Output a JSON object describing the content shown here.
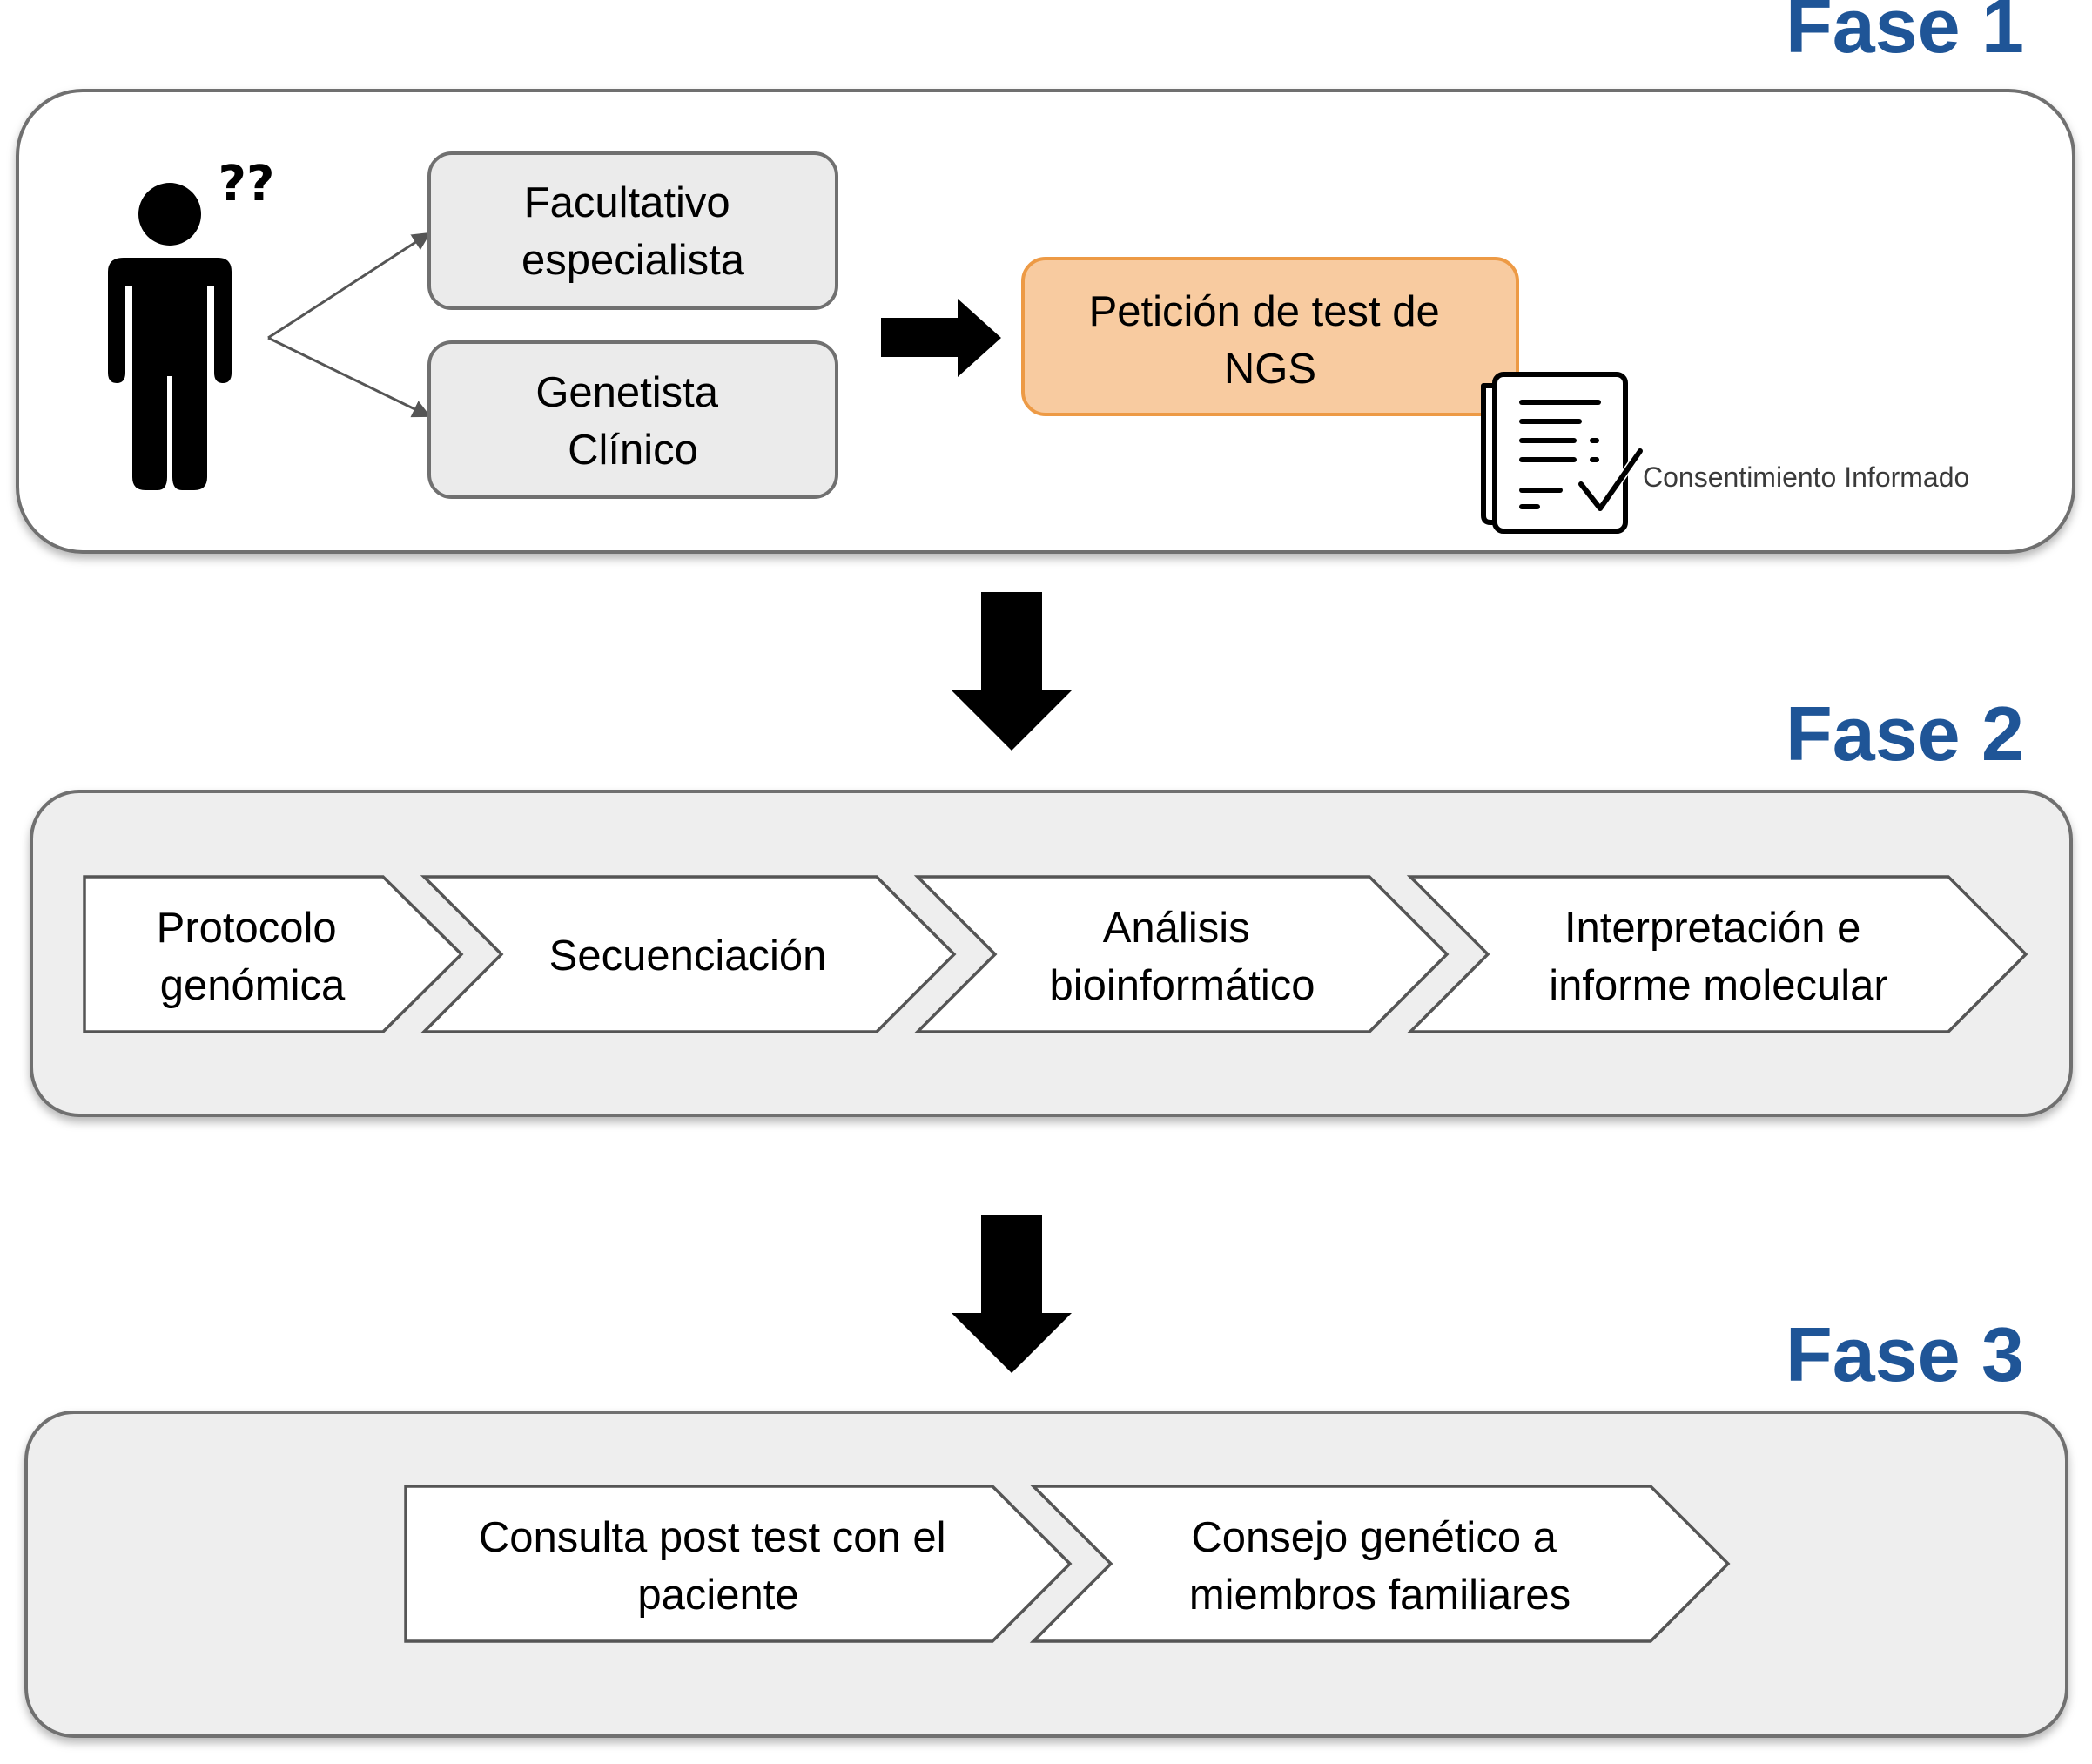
{
  "colors": {
    "phase_title": "#1F5597",
    "panel_white": "#FFFFFF",
    "panel_gray": "#EEEEEE",
    "panel_border": "#707070",
    "box_gray": "#EBEBEB",
    "box_border": "#707070",
    "request_fill": "#F8CBA0",
    "request_border": "#ED9A45",
    "arrow": "#000000",
    "chevron_fill": "#FFFFFF",
    "chevron_border": "#555555"
  },
  "phase1": {
    "title": "Fase 1",
    "question_marks": "??",
    "person_icon": "person-icon",
    "doctor_box": [
      "Facultativo",
      "especialista"
    ],
    "geneticist_box": [
      "Genetista",
      "Clínico"
    ],
    "request_box": [
      "Petición de test de",
      "NGS"
    ],
    "consent_icon": "document-check-icon",
    "consent_label": "Consentimiento Informado"
  },
  "phase2": {
    "title": "Fase 2",
    "steps": [
      [
        "Protocolo",
        "genómica"
      ],
      [
        "Secuenciación"
      ],
      [
        "Análisis",
        "bioinformático"
      ],
      [
        "Interpretación e",
        "informe molecular"
      ]
    ]
  },
  "phase3": {
    "title": "Fase 3",
    "steps": [
      [
        "Consulta post test con el",
        "paciente"
      ],
      [
        "Consejo genético a",
        "miembros familiares"
      ]
    ]
  }
}
